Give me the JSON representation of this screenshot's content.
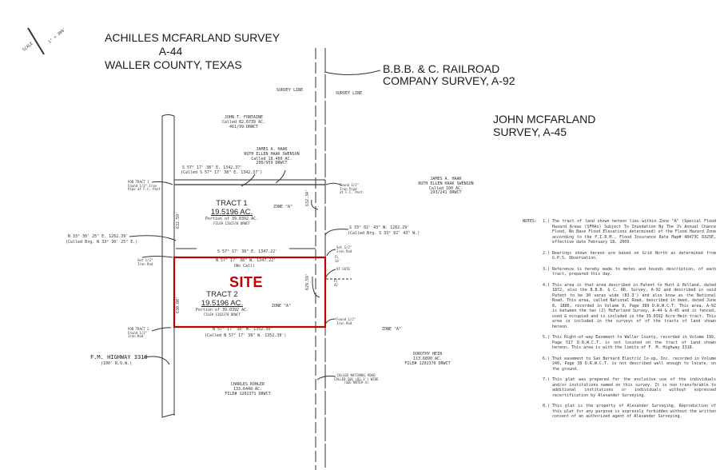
{
  "titles": {
    "achilles_1": "ACHILLES MCFARLAND SURVEY",
    "achilles_2": "A-44",
    "achilles_3": "WALLER COUNTY, TEXAS",
    "bbb_1": "B.B.B. & C. RAILROAD",
    "bbb_2": "COMPANY SURVEY, A-92",
    "john_1": "JOHN MCFARLAND",
    "john_2": "SURVEY, A-45"
  },
  "scale": {
    "label": "SCALE",
    "value": "1\" = 300'"
  },
  "labels": {
    "survey_line_1": "SURVEY LINE",
    "survey_line_2": "SURVEY LINE",
    "fontaine_1": "JOHN T. FONTAINE",
    "fontaine_2": "Called 82.6739 AC.",
    "fontaine_3": "461/99 DRWCT",
    "haak1_1": "JAMES A. HAAK",
    "haak1_2": "RUTH ELLEN HAAK SWENSON",
    "haak1_3": "Called 18.400 AC.",
    "haak1_4": "290/959 DRWCT",
    "bearing_top_1": "S 57° 17' 38\" E.  1342.37'",
    "bearing_top_2": "(Called S 57° 17' 38\" E.  1342.37')",
    "pob1": "POB TRACT 1\nFound 1/2\" Iron\nPipe at F.C. Post",
    "found_pipe": "Found 1/2\"\nIron Pipe\nat F.C. Post",
    "haak2_1": "JAMES A. HAAK",
    "haak2_2": "RUTH ELLEN HAAK SWENSON",
    "haak2_3": "Called 100 AC.",
    "haak2_4": "193/241 DRWCT",
    "zone_a_1": "ZONE \"A\"",
    "zone_a_2": "ZONE \"A\"",
    "zone_a_3": "ZONE \"A\"",
    "dist_e1": "632.34'",
    "dist_w1": "632.59'",
    "bearing_sw_1": "S 33° 02' 43\" W.  1262.29'",
    "bearing_sw_2": "(Called Brg. S 33° 02' 43\" W.)",
    "bearing_ne_1": "N 33° 30' 25\" E.  1262.39'",
    "bearing_ne_2": "(Called Brg. N 33° 30' 25\" E.)",
    "bearing_mid_1": "S 57° 17' 38\" E.  1347.22'",
    "bearing_mid_2": "N 57° 17' 38\" W.  1347.22'",
    "bearing_mid_3": "(No Call)",
    "set_rod_1": "Set 1/2\"\nIron Rod",
    "set_rod_2": "Set 1/2\"\nIron Rod",
    "fl": "FL\n14'",
    "at_gate": "AT GATE",
    "fc": "FC\n42",
    "dist_e2": "629.59'",
    "dist_w2": "630.00'",
    "found_rod_1": "Found 1/2\"\nIron Rod",
    "pob2": "POB TRACT 2\nFound 1/2\"\nIron Rod",
    "bearing_bot_1": "N 57° 17' 38\" W.  1352.39'",
    "bearing_bot_2": "(Called N 57° 17' 38\" W.  1352.39')",
    "highway_1": "F.M. HIGHWAY 3318",
    "highway_2": "(100' R.O.W.)",
    "kohler_1": "CHARLES KOHLER",
    "kohler_2": "133.6448 AC.",
    "kohler_3": "FILE# 1202371  DRWCT",
    "national_road": "CALLED NATIONAL ROAD\nCALLED 30¾ (83.3') WIDE\n(SEE NOTE# 4)",
    "hein_1": "DOROTHY HEIN",
    "hein_2": "113.6890 AC.",
    "hein_3": "FILE# 1202370  DRWCT"
  },
  "tracts": [
    {
      "name": "TRACT 1",
      "acres": "19.5196 AC.",
      "portion": "Portion of 39.0392 AC.",
      "file": "FILE# 1202370  DRWCT"
    },
    {
      "name": "TRACT 2",
      "acres": "19.5196 AC.",
      "portion": "Portion of 39.0392 AC.",
      "file": "FILE# 1202370  DRWCT"
    }
  ],
  "site_label": "SITE",
  "site_color": "#c00000",
  "notes": {
    "heading": "NOTES:",
    "items": [
      {
        "num": "1.)",
        "text": "The tract of land shown hereon lies within Zone \"A\" (Special Flood Hazard Areas (SFHAs) Subject To Inundation By The 1% Annual Chance Flood, No Base Flood Elevations determined) of the Flood Hazard Zone according to the F.I.R.M., Flood Insurance Rate Map# 48473C 0325E, effective date February 18, 2009."
      },
      {
        "num": "2.)",
        "text": "Bearings shown hereon are based on Grid North as determined from G.P.S. Observation."
      },
      {
        "num": "3.)",
        "text": "Reference is hereby made to metes and bounds description, of each tract, prepared this day."
      },
      {
        "num": "4.)",
        "text": "This area is that area described in Patent to Hunt & Holland, dated 1872, also the B.B.B. & C. RR. Survey, A-92 and described in said Patent to be 30 varas wide (83.3') and also know as the National Road. This area, called National Road, described in deed, dated June 8, 1886, recorded in Volume 9, Page 389 D.R.W.C.T. This area, A-92 is between the two (2) McFarland Survey, A-44 & A-45 and is fenced, used & occupied and is included in the 39.0392 Acre Hein tract. This area is included in the surveys of of the tracts of land shown hereon."
      },
      {
        "num": "5.)",
        "text": "This Right-of-way Easement to Waller County, recorded in Volume 199, Page 517 D.R.W.C.T. is not located on the tract of land shown hereon. This area is with the limits of F. M. Highway 3318."
      },
      {
        "num": "6.)",
        "text": "That easement to San Bernard Electric Co-op, Inc. recorded in Volume 240, Page 38 D.R.W.C.T. is not described well enough to locate, on the ground."
      },
      {
        "num": "7.)",
        "text": "This plat was prepared for the exclusive use of the individuals and/or institutions named on this survey. It is non transferable to additional institutions or individuals without expressed recertification by Alexander Surveying."
      },
      {
        "num": "8.)",
        "text": "This plat is the property of Alexander Surveying. Reproduction of this plat for any purpose is expressly forbidden without the written consent of an authorized agent of Alexander Surveying."
      }
    ]
  }
}
